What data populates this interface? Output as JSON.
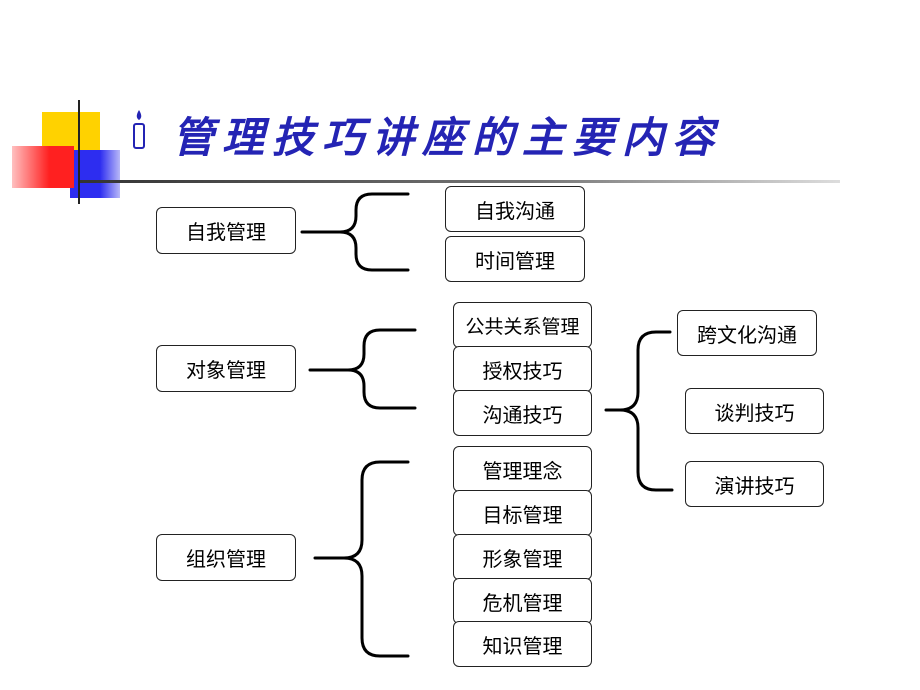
{
  "title": "管理技巧讲座的主要内容",
  "colors": {
    "title": "#2424b4",
    "yellow": "#ffd200",
    "red": "#ff2020",
    "blue": "#2d2df0"
  },
  "icons": {
    "bullet": "candle-icon"
  },
  "categories": [
    {
      "label": "自我管理",
      "items": [
        "自我沟通",
        "时间管理"
      ]
    },
    {
      "label": "对象管理",
      "items": [
        "公共关系管理",
        "授权技巧",
        "沟通技巧"
      ]
    },
    {
      "label": "组织管理",
      "items": [
        "管理理念",
        "目标管理",
        "形象管理",
        "危机管理",
        "知识管理"
      ]
    }
  ],
  "communication_skills": [
    "跨文化沟通",
    "谈判技巧",
    "演讲技巧"
  ]
}
